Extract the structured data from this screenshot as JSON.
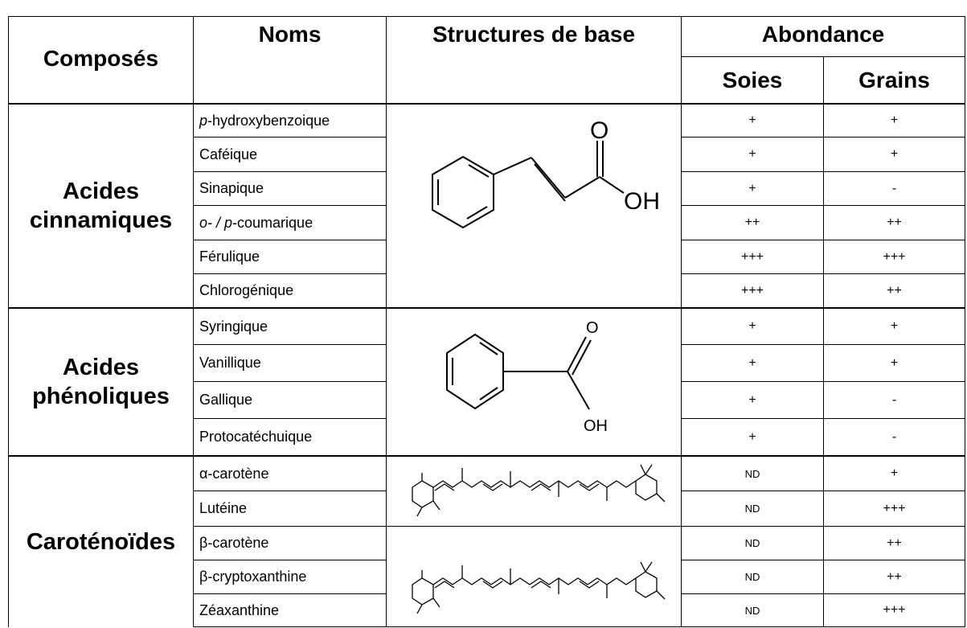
{
  "headers": {
    "compounds": "Composés",
    "names": "Noms",
    "structures": "Structures de base",
    "abundance": "Abondance",
    "silks": "Soies",
    "grains": "Grains"
  },
  "groups": [
    {
      "title_line1": "Acides",
      "title_line2": "cinnamiques",
      "rows": [
        {
          "prefix": "p",
          "name": "-hydroxybenzoique",
          "silks": "+",
          "grains": "+"
        },
        {
          "prefix": "",
          "name": "Caféique",
          "silks": "+",
          "grains": "+"
        },
        {
          "prefix": "",
          "name": "Sinapique",
          "silks": "+",
          "grains": "-"
        },
        {
          "prefix": "o- / p",
          "name": "-coumarique",
          "silks": "++",
          "grains": "++"
        },
        {
          "prefix": "",
          "name": "Férulique",
          "silks": "+++",
          "grains": "+++"
        },
        {
          "prefix": "",
          "name": "Chlorogénique",
          "silks": "+++",
          "grains": "++"
        }
      ],
      "structure_label": "OH",
      "structure_o": "O"
    },
    {
      "title_line1": "Acides",
      "title_line2": "phénoliques",
      "rows": [
        {
          "prefix": "",
          "name": "Syringique",
          "silks": "+",
          "grains": "+"
        },
        {
          "prefix": "",
          "name": "Vanillique",
          "silks": "+",
          "grains": "+"
        },
        {
          "prefix": "",
          "name": "Gallique",
          "silks": "+",
          "grains": "-"
        },
        {
          "prefix": "",
          "name": "Protocatéchuique",
          "silks": "+",
          "grains": "-"
        }
      ],
      "structure_label": "OH",
      "structure_o": "O"
    },
    {
      "title_line1": "Caroténoïdes",
      "title_line2": "",
      "rows": [
        {
          "prefix": "",
          "name": "α-carotène",
          "silks": "ND",
          "grains": "+"
        },
        {
          "prefix": "",
          "name": "Lutéine",
          "silks": "ND",
          "grains": "+++"
        },
        {
          "prefix": "",
          "name": "β-carotène",
          "silks": "ND",
          "grains": "++"
        },
        {
          "prefix": "",
          "name": "β-cryptoxanthine",
          "silks": "ND",
          "grains": "++"
        },
        {
          "prefix": "",
          "name": "Zéaxanthine",
          "silks": "ND",
          "grains": "+++"
        }
      ]
    }
  ]
}
